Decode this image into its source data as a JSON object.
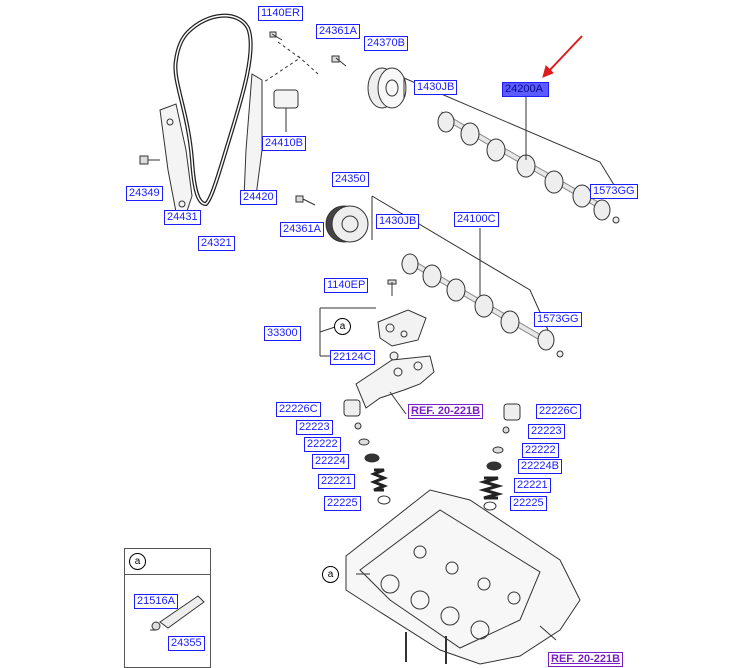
{
  "diagram": {
    "parts": [
      {
        "id": "p-1140ER",
        "label": "1140ER",
        "selected": false
      },
      {
        "id": "p-24361A-top",
        "label": "24361A",
        "selected": false
      },
      {
        "id": "p-24370B",
        "label": "24370B",
        "selected": false
      },
      {
        "id": "p-1430JB-top",
        "label": "1430JB",
        "selected": false
      },
      {
        "id": "p-24200A",
        "label": "24200A",
        "selected": true
      },
      {
        "id": "p-24410B",
        "label": "24410B",
        "selected": false
      },
      {
        "id": "p-24349",
        "label": "24349",
        "selected": false
      },
      {
        "id": "p-24431",
        "label": "24431",
        "selected": false
      },
      {
        "id": "p-24420",
        "label": "24420",
        "selected": false
      },
      {
        "id": "p-24321",
        "label": "24321",
        "selected": false
      },
      {
        "id": "p-1573GG-top",
        "label": "1573GG",
        "selected": false
      },
      {
        "id": "p-24350",
        "label": "24350",
        "selected": false
      },
      {
        "id": "p-24361A-mid",
        "label": "24361A",
        "selected": false
      },
      {
        "id": "p-1430JB-mid",
        "label": "1430JB",
        "selected": false
      },
      {
        "id": "p-24100C",
        "label": "24100C",
        "selected": false
      },
      {
        "id": "p-1140EP",
        "label": "1140EP",
        "selected": false
      },
      {
        "id": "p-1573GG-mid",
        "label": "1573GG",
        "selected": false
      },
      {
        "id": "p-33300",
        "label": "33300",
        "selected": false
      },
      {
        "id": "p-22124C",
        "label": "22124C",
        "selected": false
      },
      {
        "id": "p-22226C-left",
        "label": "22226C",
        "selected": false
      },
      {
        "id": "p-22226C-right",
        "label": "22226C",
        "selected": false
      },
      {
        "id": "p-22223-left",
        "label": "22223",
        "selected": false
      },
      {
        "id": "p-22223-right",
        "label": "22223",
        "selected": false
      },
      {
        "id": "p-22222-left",
        "label": "22222",
        "selected": false
      },
      {
        "id": "p-22222-right",
        "label": "22222",
        "selected": false
      },
      {
        "id": "p-22224",
        "label": "22224",
        "selected": false
      },
      {
        "id": "p-22224B",
        "label": "22224B",
        "selected": false
      },
      {
        "id": "p-22221-left",
        "label": "22221",
        "selected": false
      },
      {
        "id": "p-22221-right",
        "label": "22221",
        "selected": false
      },
      {
        "id": "p-22225-left",
        "label": "22225",
        "selected": false
      },
      {
        "id": "p-22225-right",
        "label": "22225",
        "selected": false
      },
      {
        "id": "p-21516A",
        "label": "21516A",
        "selected": false
      },
      {
        "id": "p-24355",
        "label": "24355",
        "selected": false
      }
    ],
    "refs": [
      {
        "id": "ref-upper",
        "label": "REF. 20-221B"
      },
      {
        "id": "ref-lower",
        "label": "REF. 20-221B"
      }
    ],
    "callouts": [
      {
        "id": "callout-a-tensioner",
        "label": "a"
      },
      {
        "id": "callout-a-head",
        "label": "a"
      },
      {
        "id": "callout-a-inset",
        "label": "a"
      }
    ],
    "pointer_arrow_color": "#e01b1b",
    "label_color": "#1c1cff",
    "selected_fill": "#5b5bff",
    "ref_color": "#7a1fc4"
  }
}
